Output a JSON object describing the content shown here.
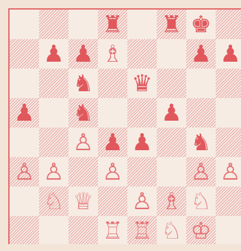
{
  "board": {
    "rows": [
      [
        {
          "piece": "",
          "color": ""
        },
        {
          "piece": "",
          "color": ""
        },
        {
          "piece": "",
          "color": ""
        },
        {
          "piece": "♜",
          "color": "black",
          "name": "black-rook-icon"
        },
        {
          "piece": "",
          "color": ""
        },
        {
          "piece": "♜",
          "color": "black",
          "name": "black-rook-icon"
        },
        {
          "piece": "♚",
          "color": "black",
          "name": "black-king-icon"
        },
        {
          "piece": "",
          "color": ""
        }
      ],
      [
        {
          "piece": "",
          "color": ""
        },
        {
          "piece": "♟",
          "color": "black",
          "name": "black-pawn-icon"
        },
        {
          "piece": "♟",
          "color": "black",
          "name": "black-pawn-icon"
        },
        {
          "piece": "♗",
          "color": "white",
          "name": "white-bishop-icon"
        },
        {
          "piece": "",
          "color": ""
        },
        {
          "piece": "",
          "color": ""
        },
        {
          "piece": "♟",
          "color": "black",
          "name": "black-pawn-icon"
        },
        {
          "piece": "♟",
          "color": "black",
          "name": "black-pawn-icon"
        }
      ],
      [
        {
          "piece": "",
          "color": ""
        },
        {
          "piece": "",
          "color": ""
        },
        {
          "piece": "♞",
          "color": "black",
          "name": "black-knight-icon"
        },
        {
          "piece": "",
          "color": ""
        },
        {
          "piece": "♛",
          "color": "black",
          "name": "black-queen-icon"
        },
        {
          "piece": "",
          "color": ""
        },
        {
          "piece": "",
          "color": ""
        },
        {
          "piece": "",
          "color": ""
        }
      ],
      [
        {
          "piece": "♟",
          "color": "black",
          "name": "black-pawn-icon"
        },
        {
          "piece": "",
          "color": ""
        },
        {
          "piece": "♞",
          "color": "black",
          "name": "black-knight-icon"
        },
        {
          "piece": "",
          "color": ""
        },
        {
          "piece": "",
          "color": ""
        },
        {
          "piece": "♟",
          "color": "black",
          "name": "black-pawn-icon"
        },
        {
          "piece": "",
          "color": ""
        },
        {
          "piece": "",
          "color": ""
        }
      ],
      [
        {
          "piece": "",
          "color": ""
        },
        {
          "piece": "",
          "color": ""
        },
        {
          "piece": "♙",
          "color": "white",
          "name": "white-pawn-icon"
        },
        {
          "piece": "♟",
          "color": "black",
          "name": "black-pawn-icon"
        },
        {
          "piece": "♟",
          "color": "black",
          "name": "black-pawn-icon"
        },
        {
          "piece": "",
          "color": ""
        },
        {
          "piece": "♞",
          "color": "black",
          "name": "black-knight-icon"
        },
        {
          "piece": "",
          "color": ""
        }
      ],
      [
        {
          "piece": "♙",
          "color": "white",
          "name": "white-pawn-icon"
        },
        {
          "piece": "♙",
          "color": "white",
          "name": "white-pawn-icon"
        },
        {
          "piece": "",
          "color": ""
        },
        {
          "piece": "♙",
          "color": "white",
          "name": "white-pawn-icon"
        },
        {
          "piece": "",
          "color": ""
        },
        {
          "piece": "",
          "color": ""
        },
        {
          "piece": "♙",
          "color": "white",
          "name": "white-pawn-icon"
        },
        {
          "piece": "♙",
          "color": "white",
          "name": "white-pawn-icon"
        }
      ],
      [
        {
          "piece": "",
          "color": ""
        },
        {
          "piece": "♘",
          "color": "white",
          "name": "white-knight-icon"
        },
        {
          "piece": "♕",
          "color": "white",
          "name": "white-queen-icon"
        },
        {
          "piece": "",
          "color": ""
        },
        {
          "piece": "♙",
          "color": "white",
          "name": "white-pawn-icon"
        },
        {
          "piece": "♗",
          "color": "white",
          "name": "white-bishop-icon"
        },
        {
          "piece": "♘",
          "color": "white",
          "name": "white-knight-icon"
        },
        {
          "piece": "",
          "color": ""
        }
      ],
      [
        {
          "piece": "",
          "color": ""
        },
        {
          "piece": "",
          "color": ""
        },
        {
          "piece": "",
          "color": ""
        },
        {
          "piece": "♖",
          "color": "white",
          "name": "white-rook-icon"
        },
        {
          "piece": "♖",
          "color": "white",
          "name": "white-rook-icon"
        },
        {
          "piece": "♘",
          "color": "white",
          "name": "white-knight-icon"
        },
        {
          "piece": "♔",
          "color": "white",
          "name": "white-king-icon"
        },
        {
          "piece": "",
          "color": ""
        }
      ]
    ]
  },
  "colors": {
    "dark_square_hatch": "#e9a6a6",
    "light_square": "#f6ece4",
    "piece_red": "#e0575c",
    "border": "#e36a6a"
  }
}
